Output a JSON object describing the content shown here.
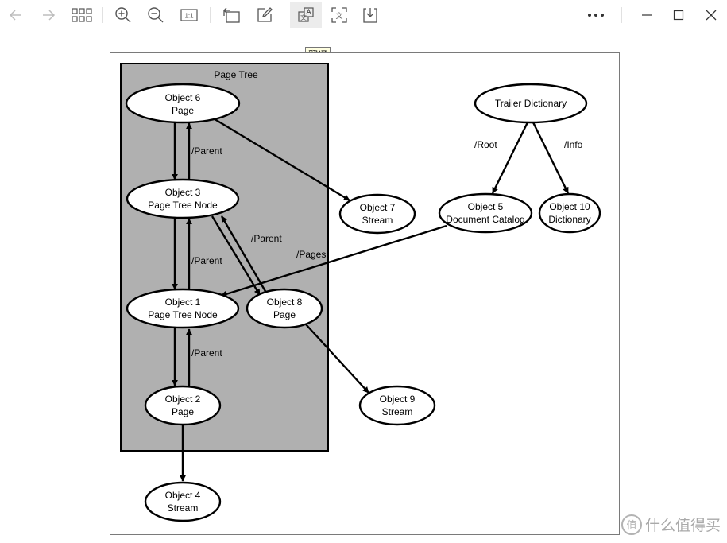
{
  "toolbar": {
    "buttons": [
      {
        "name": "back",
        "icon": "arrow-left-icon",
        "disabled": true
      },
      {
        "name": "forward",
        "icon": "arrow-right-icon",
        "disabled": true
      },
      {
        "name": "thumbnails",
        "icon": "grid-icon"
      },
      {
        "name": "zoom-in",
        "icon": "zoom-in-icon"
      },
      {
        "name": "zoom-out",
        "icon": "zoom-out-icon"
      },
      {
        "name": "actual-size",
        "icon": "actual-size-icon",
        "label": "1:1"
      },
      {
        "name": "rotate",
        "icon": "rotate-icon"
      },
      {
        "name": "edit",
        "icon": "edit-icon"
      },
      {
        "name": "translate",
        "icon": "translate-icon",
        "active": true,
        "label": "文"
      },
      {
        "name": "ocr",
        "icon": "text-extract-icon",
        "label": "文"
      },
      {
        "name": "save",
        "icon": "download-icon"
      },
      {
        "name": "more",
        "icon": "more-icon"
      },
      {
        "name": "minimize",
        "icon": "minimize-icon"
      },
      {
        "name": "maximize",
        "icon": "maximize-icon"
      },
      {
        "name": "close",
        "icon": "close-icon"
      }
    ],
    "tooltip": "翻译"
  },
  "diagram": {
    "page_tree_label": "Page Tree",
    "nodes": {
      "obj6": [
        "Object 6",
        "Page"
      ],
      "obj3": [
        "Object 3",
        "Page Tree Node"
      ],
      "obj1": [
        "Object 1",
        "Page Tree Node"
      ],
      "obj2": [
        "Object 2",
        "Page"
      ],
      "obj4": [
        "Object 4",
        "Stream"
      ],
      "obj7": [
        "Object 7",
        "Stream"
      ],
      "obj8": [
        "Object 8",
        "Page"
      ],
      "obj9": [
        "Object 9",
        "Stream"
      ],
      "obj5": [
        "Object 5",
        "Document Catalog"
      ],
      "obj10": [
        "Object 10",
        "Dictionary"
      ],
      "trailer": [
        "Trailer Dictionary"
      ]
    },
    "edge_labels": {
      "parent_6": "/Parent",
      "parent_3": "/Parent",
      "parent_8": "/Parent",
      "parent_2": "/Parent",
      "pages": "/Pages",
      "root": "/Root",
      "info": "/Info"
    }
  },
  "watermark": {
    "badge": "值",
    "text": "什么值得买"
  }
}
